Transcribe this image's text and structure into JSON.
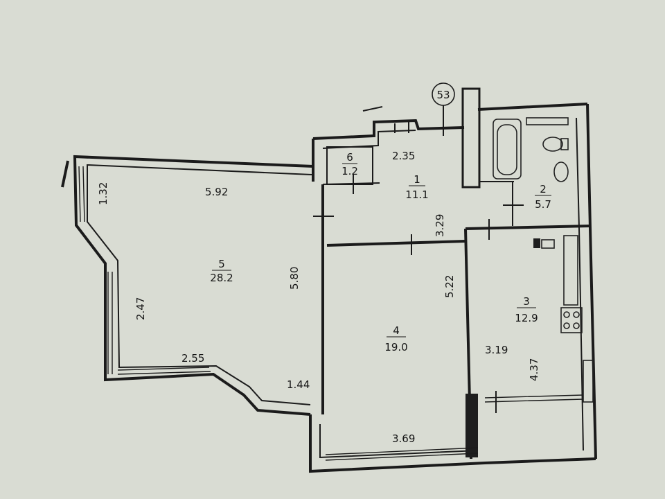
{
  "colors": {
    "paper": "#d9dcd3",
    "ink": "#1b1b1b"
  },
  "unit_marker": "53",
  "rooms": [
    {
      "number": "1",
      "area": "11.1"
    },
    {
      "number": "2",
      "area": "5.7"
    },
    {
      "number": "3",
      "area": "12.9"
    },
    {
      "number": "4",
      "area": "19.0"
    },
    {
      "number": "5",
      "area": "28.2"
    },
    {
      "number": "6",
      "area": "1.2"
    }
  ],
  "dimensions": {
    "room5_top": "5.92",
    "room5_left_upper": "1.32",
    "room5_left_lower": "2.47",
    "room5_right": "5.80",
    "room5_bottom": "2.55",
    "room5_bottom_right": "1.44",
    "room1_top": "2.35",
    "room1_side": "3.29",
    "room4_side": "5.22",
    "room4_bottom": "3.69",
    "room3_width": "3.19",
    "room3_depth": "4.37"
  }
}
